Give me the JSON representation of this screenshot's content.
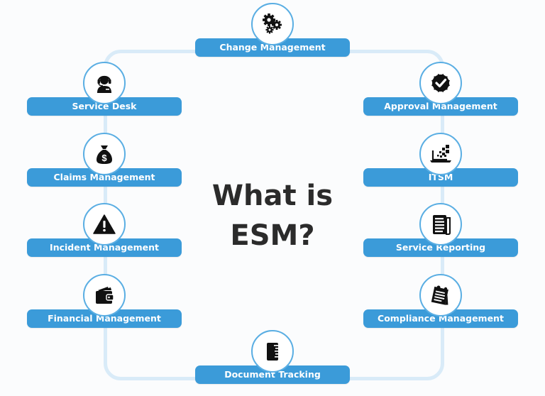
{
  "title": {
    "line1": "What is",
    "line2": "ESM?"
  },
  "colors": {
    "pill": "#3b9bd9",
    "pill_text": "#ffffff",
    "circle_border": "#5aaee3",
    "connector": "#d9ebf8",
    "title": "#2b2b2b",
    "icon": "#111111"
  },
  "nodes": {
    "top": {
      "label": "Change Management",
      "icon": "gears-icon"
    },
    "bottom": {
      "label": "Document Tracking",
      "icon": "notebook-icon"
    },
    "left": [
      {
        "label": "Service Desk",
        "icon": "headset-agent-icon"
      },
      {
        "label": "Claims Management",
        "icon": "money-bag-icon"
      },
      {
        "label": "Incident Management",
        "icon": "warning-icon"
      },
      {
        "label": "Financial Management",
        "icon": "wallet-icon"
      }
    ],
    "right": [
      {
        "label": "Approval Management",
        "icon": "verified-badge-icon"
      },
      {
        "label": "ITSM",
        "icon": "laptop-pixels-icon"
      },
      {
        "label": "Service Reporting",
        "icon": "newspaper-icon"
      },
      {
        "label": "Compliance Management",
        "icon": "pinned-note-icon"
      }
    ]
  }
}
